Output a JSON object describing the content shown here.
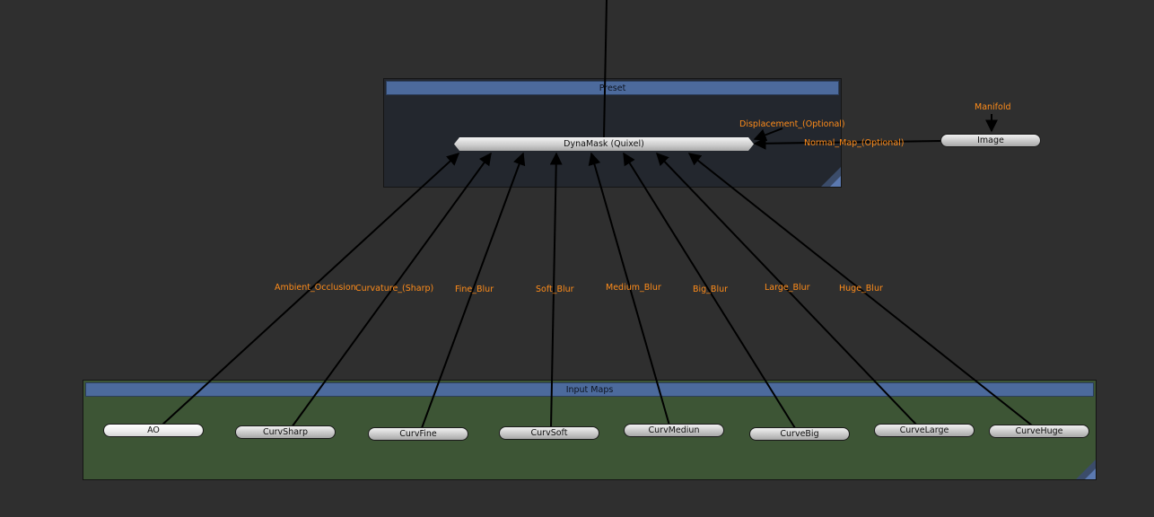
{
  "groups": {
    "preset": {
      "title": "Preset"
    },
    "input_maps": {
      "title": "Input Maps"
    }
  },
  "nodes": {
    "dynamask": "DynaMask (Quixel)",
    "image": "Image",
    "ao": "AO",
    "curv_sharp": "CurvSharp",
    "curv_fine": "CurvFine",
    "curv_soft": "CurvSoft",
    "curv_medium": "CurvMediun",
    "curve_big": "CurveBig",
    "curve_large": "CurveLarge",
    "curve_huge": "CurveHuge"
  },
  "inputs": {
    "manifold": "Manifold",
    "displacement": "Displacement_(Optional)",
    "normal_map": "Normal_Map_(Optional)",
    "ambient_occlusion": "Ambient_Occlusion",
    "curvature_sharp": "Curvature_(Sharp)",
    "fine_blur": "Fine_Blur",
    "soft_blur": "Soft_Blur",
    "medium_blur": "Medium_Blur",
    "big_blur": "Big_Blur",
    "large_blur": "Large_Blur",
    "huge_blur": "Huge_Blur"
  },
  "colors": {
    "background": "#2f2f2f",
    "group_header": "#4c6a9c",
    "preset_body": "#23272e",
    "input_maps_body": "#3d5535",
    "input_label": "#ff8c1a",
    "wire": "#000000"
  }
}
